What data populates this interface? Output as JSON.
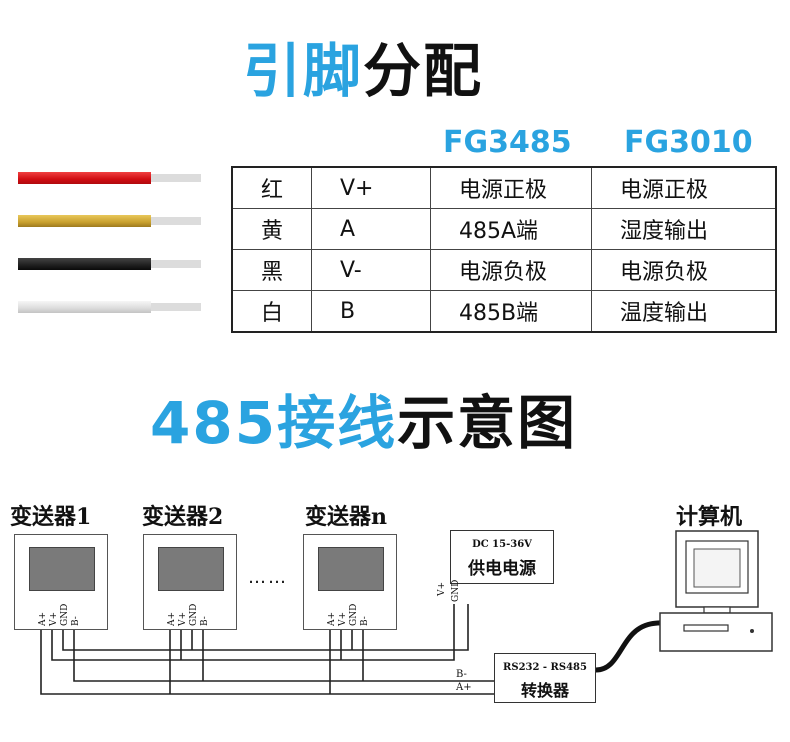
{
  "section1": {
    "title_blue": "引脚",
    "title_black": "分配"
  },
  "models": [
    "FG3485",
    "FG3010"
  ],
  "wires": [
    {
      "color": "#e3161a",
      "name": "红",
      "pin": "V+",
      "fg3485": "电源正极",
      "fg3010": "电源正极"
    },
    {
      "color": "#c9a02e",
      "name": "黄",
      "pin": "A",
      "fg3485": "485A端",
      "fg3010": "湿度输出"
    },
    {
      "color": "#1f1f1f",
      "name": "黑",
      "pin": "V-",
      "fg3485": "电源负极",
      "fg3010": "电源负极"
    },
    {
      "color": "#e2e2e2",
      "name": "白",
      "pin": "B",
      "fg3485": "485B端",
      "fg3010": "温度输出"
    }
  ],
  "section2": {
    "title_blue": "485接线",
    "title_black": "示意图"
  },
  "diagram": {
    "transmitters": [
      "变送器1",
      "变送器2",
      "变送器n"
    ],
    "ellipsis": "……",
    "device_pins": [
      "A+",
      "V+",
      "GND",
      "B-"
    ],
    "power_supply": {
      "line1": "DC 15-36V",
      "line2": "供电电源",
      "pins": [
        "V+",
        "GND"
      ]
    },
    "converter": {
      "line1": "RS232 - RS485",
      "line2": "转换器",
      "pins": [
        "B-",
        "A+"
      ]
    },
    "computer_label": "计算机"
  }
}
